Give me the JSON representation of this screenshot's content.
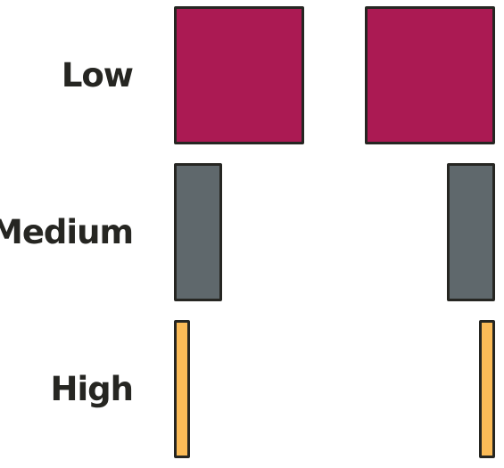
{
  "rows": [
    {
      "label": "Low",
      "color": "#ab1a53",
      "relative_width": 1.0
    },
    {
      "label": "Medium",
      "color": "#5f686c",
      "relative_width": 0.35
    },
    {
      "label": "High",
      "color": "#fbbb57",
      "relative_width": 0.1
    }
  ],
  "border_color": "#262622",
  "label_color": "#262622"
}
